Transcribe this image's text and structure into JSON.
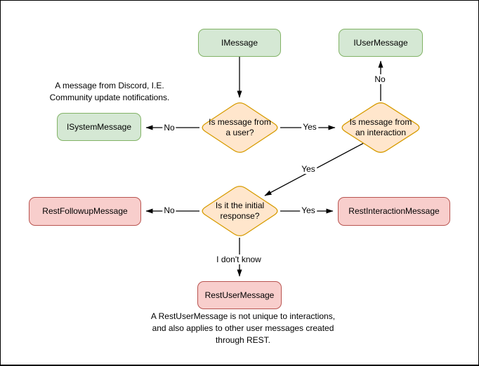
{
  "diagram": {
    "nodes": {
      "imessage": {
        "label": "IMessage",
        "color": "green"
      },
      "iusermessage": {
        "label": "IUserMessage",
        "color": "green"
      },
      "isystemmessage": {
        "label": "ISystemMessage",
        "color": "green"
      },
      "restfollowupmessage": {
        "label": "RestFollowupMessage",
        "color": "red"
      },
      "restinteractionmessage": {
        "label": "RestInteractionMessage",
        "color": "red"
      },
      "restusermessage": {
        "label": "RestUserMessage",
        "color": "red"
      }
    },
    "decisions": {
      "is_from_user": {
        "label": "Is message from\na user?"
      },
      "is_from_interaction": {
        "label": "Is message from\nan interaction"
      },
      "is_initial_response": {
        "label": "Is it the initial\nresponse?"
      }
    },
    "edge_labels": {
      "user_no": "No",
      "user_yes": "Yes",
      "interaction_no": "No",
      "interaction_yes": "Yes",
      "initial_no": "No",
      "initial_yes": "Yes",
      "initial_unknown": "I don't know"
    },
    "notes": {
      "system_message": "A message from Discord, I.E.\nCommunity update notifications.",
      "rest_user_message": "A RestUserMessage is not unique to interactions,\nand also applies to other user messages created\nthrough REST."
    },
    "colors": {
      "green_fill": "#d5e8d4",
      "green_stroke": "#82b366",
      "decision_fill": "#ffe6cc",
      "decision_stroke": "#d79b00",
      "red_fill": "#f8cecc",
      "red_stroke": "#b85450",
      "connector": "#000000",
      "background": "#ffffff"
    }
  }
}
